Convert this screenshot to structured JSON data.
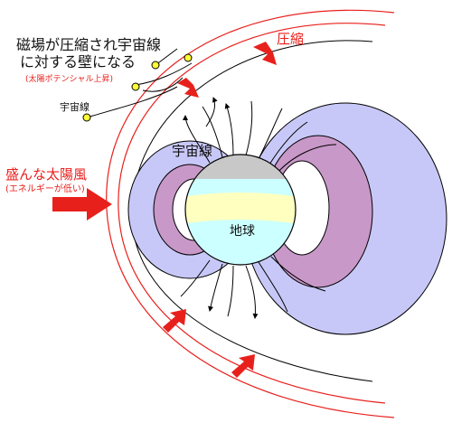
{
  "labels": {
    "wall_line1": "磁場が圧縮され宇宙線",
    "wall_line2": "に対する壁になる",
    "solar_potential": "(太陽ポテンシャル上昇)",
    "cosmic_ray": "宇宙線",
    "compression": "圧縮",
    "strong_wind": "盛んな太陽風",
    "low_energy": "(エネルギーが低い)",
    "cosmic_ray_belt": "宇宙線",
    "earth": "地球"
  },
  "colors": {
    "red": "#e8201c",
    "belt_outer": "#c8c8f8",
    "belt_inner": "#c898c8",
    "earth_cyan": "#ccffff",
    "earth_band": "#ffffc0",
    "earth_cap": "#c8c8c8"
  }
}
